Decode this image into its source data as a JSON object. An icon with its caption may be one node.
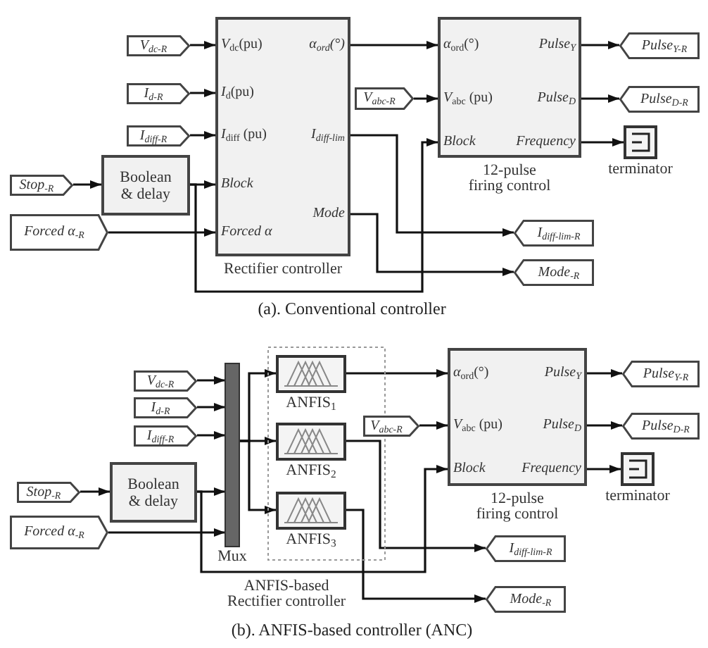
{
  "diagram": {
    "nodes": [
      {
        "text": [
          "V$_{dc-R}$"
        ]
      },
      {
        "text": [
          "I$_{d-R}$"
        ]
      },
      {
        "text": [
          "I$_{diff-R}$"
        ]
      },
      {
        "text": [
          "Stop$_{-R}$"
        ]
      },
      {
        "text": [
          "Forced α$_{-R}$"
        ]
      },
      {
        "text": [
          "Boolean & delay"
        ]
      },
      {
        "text": [
          "*V*$_{dc}$(pu)",
          "*α*$_{ord}$(°)",
          "*I*$_{d}$(pu)",
          "*I*$_{diff}$ (pu)",
          "I$_{diff-lim}$",
          "Block",
          "Mode",
          "Forced α",
          "Rectifier controller"
        ]
      },
      {
        "text": [
          "V$_{abc-R}$"
        ]
      },
      {
        "text": [
          "*α*$_{ord}$(°)",
          "Pulse$_{Y}$",
          "*V*$_{abc}$ (pu)",
          "Pulse$_{D}$",
          "Block",
          "Frequency",
          "12-pulse firing control"
        ]
      },
      {
        "text": [
          "Pulse$_{Y-R}$"
        ]
      },
      {
        "text": [
          "Pulse$_{D-R}$"
        ]
      },
      {
        "text": [],
        "shape": "box",
        "beside": [
          "terminator"
        ]
      },
      {
        "text": [
          "I$_{diff-lim-R}$"
        ]
      },
      {
        "text": [
          "Mode$_{-R}$"
        ]
      },
      {
        "text": [
          "V$_{dc-R}$"
        ]
      },
      {
        "text": [
          "I$_{d-R}$"
        ]
      },
      {
        "text": [
          "I$_{diff-R}$"
        ]
      },
      {
        "text": [
          "Stop$_{-R}$"
        ]
      },
      {
        "text": [
          "Forced α$_{-R}$"
        ]
      },
      {
        "text": [
          "Boolean & delay"
        ]
      },
      {
        "text": [],
        "shape": "bar",
        "beside": [
          "Mux"
        ]
      },
      {
        "text": [
          "ANFIS-based Rectifier controller"
        ]
      },
      {
        "text": [],
        "shape": "box",
        "in": 21,
        "beside": [
          "ANFIS$_{1}$"
        ]
      },
      {
        "text": [],
        "shape": "box",
        "in": 21,
        "beside": [
          "ANFIS$_{2}$"
        ]
      },
      {
        "text": [],
        "shape": "box",
        "in": 21,
        "beside": [
          "ANFIS$_{3}$"
        ]
      },
      {
        "text": [
          "V$_{abc-R}$"
        ]
      },
      {
        "text": [
          "*α*$_{ord}$(°)",
          "Pulse$_{Y}$",
          "*V*$_{abc}$ (pu)",
          "Pulse$_{D}$",
          "Block",
          "Frequency",
          "12-pulse firing control"
        ]
      },
      {
        "text": [
          "Pulse$_{Y-R}$"
        ]
      },
      {
        "text": [
          "Pulse$_{D-R}$"
        ]
      },
      {
        "text": [],
        "shape": "box",
        "beside": [
          "terminator"
        ]
      },
      {
        "text": [
          "I$_{diff-lim-R}$"
        ]
      },
      {
        "text": [
          "Mode$_{-R}$"
        ]
      }
    ],
    "edges": [
      {
        "from": 0,
        "to": 6,
        "arrow": "to"
      },
      {
        "from": 1,
        "to": 6,
        "arrow": "to"
      },
      {
        "from": 2,
        "to": 6,
        "arrow": "to"
      },
      {
        "from": 3,
        "to": 5,
        "arrow": "to"
      },
      {
        "from": 5,
        "to": 6,
        "arrow": "to"
      },
      {
        "from": 4,
        "to": 6,
        "arrow": "to"
      },
      {
        "from": 5,
        "to": 8,
        "arrow": "to"
      },
      {
        "from": 6,
        "to": 8,
        "arrow": "to"
      },
      {
        "from": 7,
        "to": 8,
        "arrow": "to"
      },
      {
        "from": 8,
        "to": 9,
        "arrow": "to"
      },
      {
        "from": 8,
        "to": 10,
        "arrow": "to"
      },
      {
        "from": 8,
        "to": 11,
        "arrow": "to"
      },
      {
        "from": 6,
        "to": 12,
        "arrow": "to"
      },
      {
        "from": 6,
        "to": 13,
        "arrow": "to"
      },
      {
        "from": 14,
        "to": 20,
        "arrow": "to"
      },
      {
        "from": 15,
        "to": 20,
        "arrow": "to"
      },
      {
        "from": 16,
        "to": 20,
        "arrow": "to"
      },
      {
        "from": 17,
        "to": 19,
        "arrow": "to"
      },
      {
        "from": 19,
        "to": 20,
        "arrow": "to"
      },
      {
        "from": 18,
        "to": 20,
        "arrow": "to"
      },
      {
        "from": 20,
        "to": 22,
        "arrow": "to"
      },
      {
        "from": 20,
        "to": 23,
        "arrow": "to"
      },
      {
        "from": 20,
        "to": 24,
        "arrow": "to"
      },
      {
        "from": 22,
        "to": 26,
        "arrow": "to"
      },
      {
        "from": 25,
        "to": 26,
        "arrow": "to"
      },
      {
        "from": 26,
        "to": 27,
        "arrow": "to"
      },
      {
        "from": 26,
        "to": 28,
        "arrow": "to"
      },
      {
        "from": 26,
        "to": 29,
        "arrow": "to"
      },
      {
        "from": 23,
        "to": 30,
        "arrow": "to"
      },
      {
        "from": 24,
        "to": 31,
        "arrow": "to"
      },
      {
        "from": 19,
        "to": 26,
        "arrow": "to"
      }
    ],
    "labels": [
      "(a). Conventional controller",
      "(b). ANFIS-based controller (ANC)"
    ]
  }
}
